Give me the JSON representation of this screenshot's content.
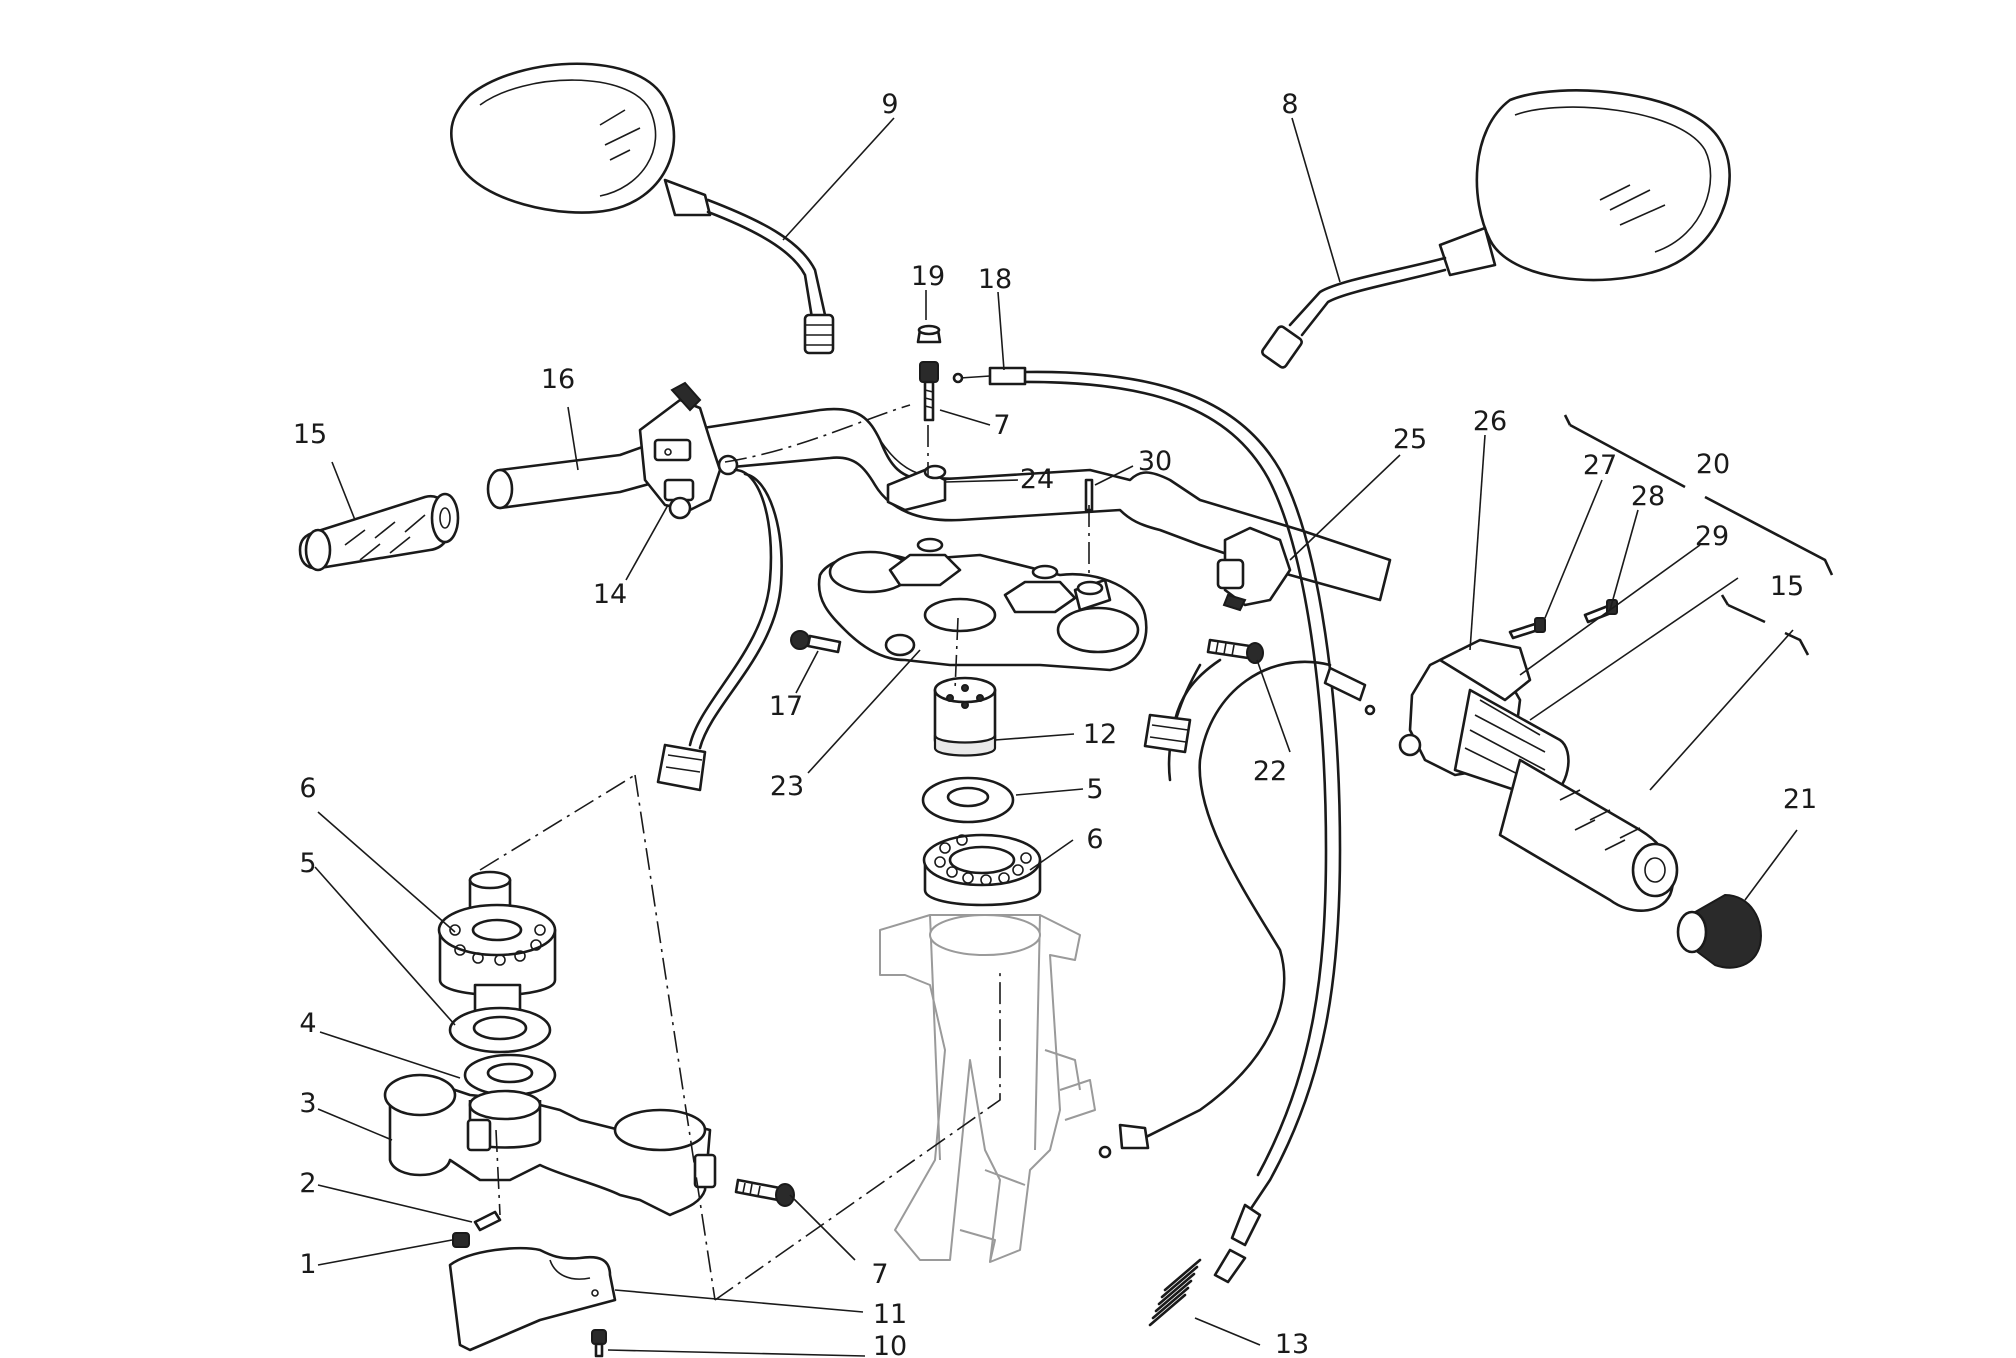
{
  "callouts": {
    "c1": "1",
    "c2": "2",
    "c3": "3",
    "c4": "4",
    "c5a": "5",
    "c5b": "5",
    "c6a": "6",
    "c6b": "6",
    "c7a": "7",
    "c7b": "7",
    "c8": "8",
    "c9": "9",
    "c10": "10",
    "c11": "11",
    "c12": "12",
    "c13": "13",
    "c14": "14",
    "c15a": "15",
    "c15b": "15",
    "c16": "16",
    "c17": "17",
    "c18": "18",
    "c19": "19",
    "c20": "20",
    "c21": "21",
    "c22": "22",
    "c23": "23",
    "c24": "24",
    "c25": "25",
    "c26": "26",
    "c27": "27",
    "c28": "28",
    "c29": "29",
    "c30": "30"
  },
  "colors": {
    "ink": "#1a1a1a",
    "frame_gray": "#9a9a9a",
    "background": "#ffffff"
  }
}
